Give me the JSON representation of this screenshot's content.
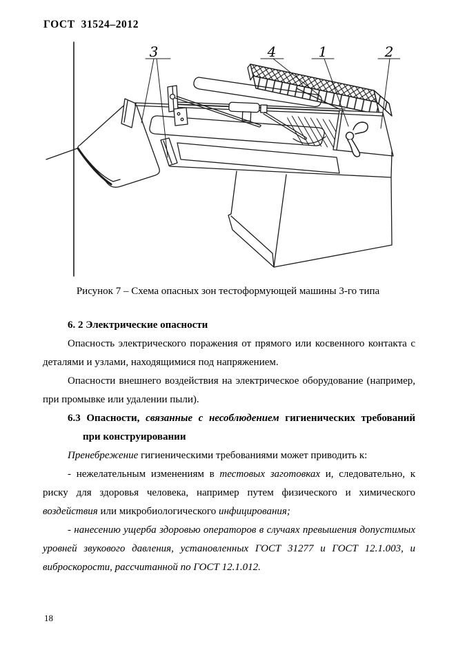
{
  "doc": {
    "header": "ГОСТ  31524–2012",
    "figure": {
      "caption": "Рисунок 7 – Схема опасных зон тестоформующей машины 3-го типа",
      "callouts": {
        "c1": "1",
        "c2": "2",
        "c3": "3",
        "c4": "4"
      }
    },
    "h62": "6. 2 Электрические опасности",
    "p1": "Опасность электрического поражения от прямого или косвенного контакта с деталями и узлами, находящимися под напряжением.",
    "p2": "Опасности внешнего воздействия на электрическое оборудование (например, при промывке или удалении пыли).",
    "h63": {
      "a": "6.3 Опасности, ",
      "b": "связанные с несоблюдением",
      "c": " гигиенических требований при конструировании"
    },
    "p3": {
      "a": "Пренебрежение",
      "b": " гигиеническими требованиями может приводить к:"
    },
    "p4": {
      "a": " - нежелательным изменениям в ",
      "b": "тестовых заготовках",
      "c": " и, следовательно, к риску для здоровья человека, например путем физического и химического ",
      "d": "воздействия",
      "e": " или микробиологического ",
      "f": "инфицирования;"
    },
    "p5": "- нанесению ущерба здоровью операторов в случаях превышения допустимых уровней звукового давления, установленных ГОСТ 31277  и ГОСТ 12.1.003, и виброскорости, рассчитанной по  ГОСТ 12.1.012.",
    "page_number": "18"
  }
}
